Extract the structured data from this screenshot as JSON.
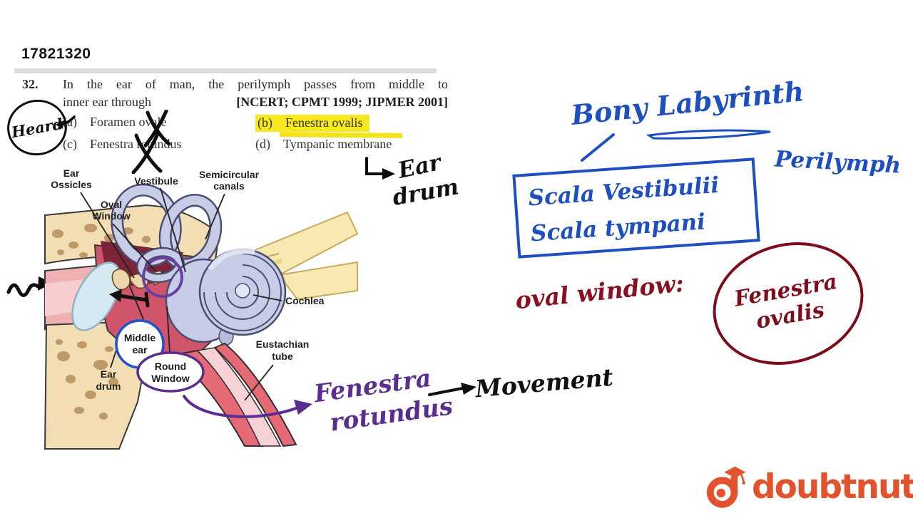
{
  "question_id": "17821320",
  "question": {
    "number": "32.",
    "line1": "In the ear of man, the perilymph passes from middle to",
    "line2": "inner ear through",
    "citation": "[NCERT; CPMT 1999; JIPMER 2001]",
    "options": [
      {
        "key": "(a)",
        "label": "Foramen ovale",
        "crossed": true,
        "highlighted": false
      },
      {
        "key": "(b)",
        "label": "Fenestra ovalis",
        "crossed": false,
        "highlighted": true
      },
      {
        "key": "(c)",
        "label": "Fenestra rotundus",
        "crossed": true,
        "highlighted": false
      },
      {
        "key": "(d)",
        "label": "Tympanic membrane",
        "crossed": false,
        "highlighted": false
      }
    ]
  },
  "diagram": {
    "labels": {
      "ear_ossicles_1": "Ear",
      "ear_ossicles_2": "Ossicles",
      "oval_window_1": "Oval",
      "oval_window_2": "Window",
      "vestibule": "Vestibule",
      "semicircular_1": "Semicircular",
      "semicircular_2": "canals",
      "cochlea": "Cochlea",
      "middle_ear_1": "Middle",
      "middle_ear_2": "ear",
      "round_window_1": "Round",
      "round_window_2": "Window",
      "ear_drum_1": "Ear",
      "ear_drum_2": "drum",
      "eustachian_1": "Eustachian",
      "eustachian_2": "tube"
    }
  },
  "annotations": {
    "heard": "Heard",
    "ear_drum_note_1": "Ear",
    "ear_drum_note_2": "drum",
    "bony_labyrinth": "Bony Labyrinth",
    "scala_line1": "Scala Vestibulii",
    "scala_line2": "Scala tympani",
    "perilymph": "Perilymph",
    "oval_window_note": "oval window:",
    "fenestra_ovalis_1": "Fenestra",
    "fenestra_ovalis_2": "ovalis",
    "fenestra_rotundus_1": "Fenestra",
    "fenestra_rotundus_2": "rotundus",
    "movement": "Movement"
  },
  "logo": {
    "brand": "doubtnut"
  },
  "colors": {
    "ink_blue": "#1e4fc0",
    "ink_purple": "#5c2d91",
    "ink_maroon": "#8a1020",
    "ink_black": "#101010",
    "highlight_yellow": "#f7e820",
    "brand_orange": "#e2532d"
  }
}
